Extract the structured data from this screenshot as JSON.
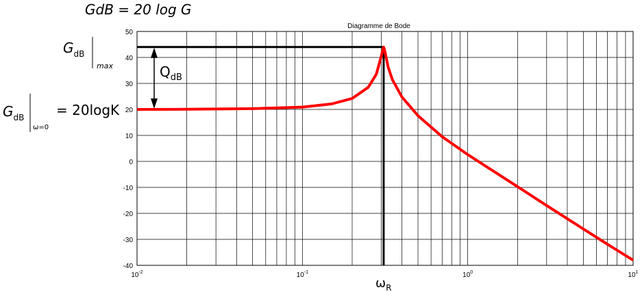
{
  "chart_data": {
    "type": "line",
    "title": "Diagramme de Bode",
    "x_scale": "log",
    "xlim": [
      0.01,
      10
    ],
    "ylim": [
      -40,
      50
    ],
    "x_ticks": [
      {
        "value": 0.01,
        "base": "10",
        "exp": "-2"
      },
      {
        "value": 0.1,
        "base": "10",
        "exp": "-1"
      },
      {
        "value": 1,
        "base": "10",
        "exp": "0"
      },
      {
        "value": 10,
        "base": "10",
        "exp": "1"
      }
    ],
    "y_ticks": [
      "50",
      "40",
      "30",
      "20",
      "10",
      "0",
      "-10",
      "-20",
      "-30",
      "-40"
    ],
    "grid": true,
    "xlabel": {
      "main": "ω",
      "sub": "R"
    },
    "series": [
      {
        "color": "#ff0000",
        "x": [
          0.01,
          0.02,
          0.05,
          0.1,
          0.15,
          0.2,
          0.25,
          0.28,
          0.3,
          0.305,
          0.31,
          0.315,
          0.32,
          0.33,
          0.35,
          0.4,
          0.5,
          0.7,
          1,
          1.5,
          2,
          3,
          5,
          7,
          10
        ],
        "y": [
          20,
          20.05,
          20.3,
          20.9,
          22.1,
          24.2,
          28.5,
          33.5,
          40.5,
          42.5,
          44,
          42.5,
          40.5,
          36.3,
          31.5,
          24.8,
          17.6,
          9.5,
          2.6,
          -4.6,
          -9.7,
          -17,
          -26,
          -31.9,
          -38
        ]
      }
    ],
    "peak": {
      "x": 0.31,
      "y": 44
    },
    "annotations": {
      "formula": "GdB = 20 log G",
      "gmax_main": "G",
      "gmax_sub": "dB",
      "gmax_bar_sub": "max",
      "q_main": "Q",
      "q_sub": "dB",
      "g0_main": "G",
      "g0_sub": "dB",
      "g0_bar_sub": "ω=0",
      "g0_rhs": "= 20logK"
    }
  }
}
